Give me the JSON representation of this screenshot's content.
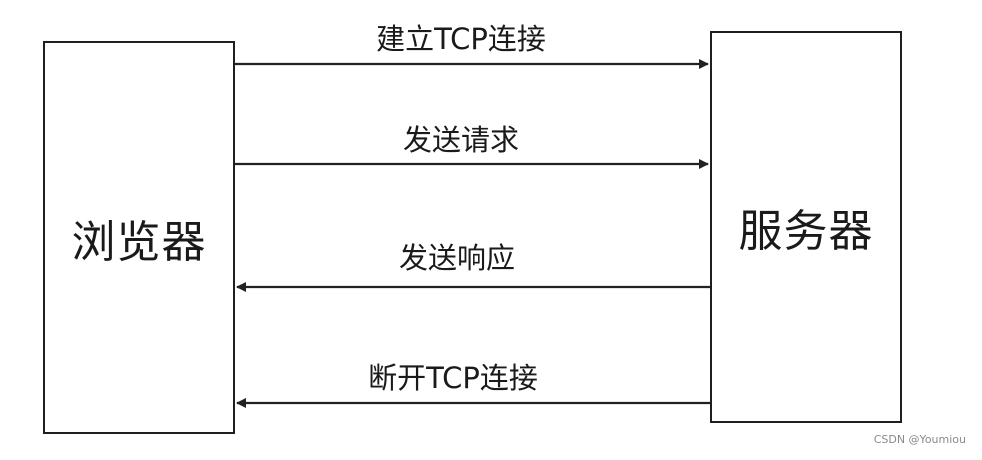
{
  "nodes": {
    "browser": "浏览器",
    "server": "服务器"
  },
  "edges": [
    {
      "label": "建立TCP连接",
      "from": "browser",
      "to": "server"
    },
    {
      "label": "发送请求",
      "from": "browser",
      "to": "server"
    },
    {
      "label": "发送响应",
      "from": "server",
      "to": "browser"
    },
    {
      "label": "断开TCP连接",
      "from": "server",
      "to": "browser"
    }
  ],
  "watermark": "CSDN @Youmiou",
  "colors": {
    "line": "#222222",
    "text": "#1a1a1a",
    "watermark": "#8a8a8a"
  }
}
